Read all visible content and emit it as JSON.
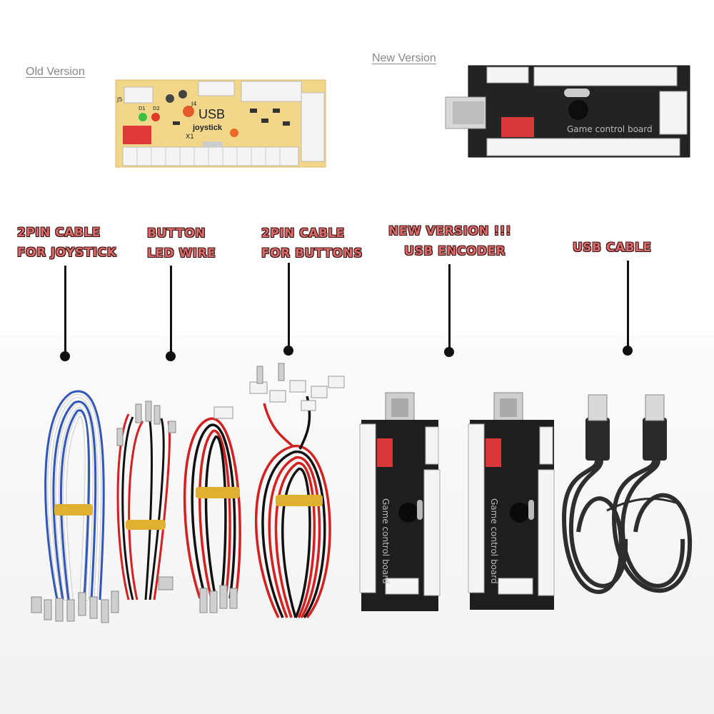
{
  "versions": {
    "old_label": "Old Version",
    "new_label": "New Version",
    "old_board": {
      "silk_usb": "USB",
      "silk_joystick": "joystick",
      "silk_j4": "J4",
      "silk_j5": "J5",
      "silk_x1": "X1",
      "silk_d1": "D1",
      "silk_d2": "D2"
    },
    "new_board": {
      "silk": "Game control board"
    }
  },
  "callouts": {
    "joystick_cable": {
      "line1": "2PIN CABLE",
      "line2": "FOR JOYSTICK"
    },
    "led_wire": {
      "line1": "BUTTON",
      "line2": "LED WIRE"
    },
    "button_cable": {
      "line1": "2PIN CABLE",
      "line2": "FOR BUTTONS"
    },
    "encoder": {
      "line1": "NEW VERSION !!!",
      "line2": "USB ENCODER"
    },
    "usb_cable": {
      "line1": "USB CABLE"
    }
  },
  "encoder_silk": "Game control board",
  "colors": {
    "callout_fill": "#d96a6a",
    "callout_highlight": "#1a2ed6",
    "board_black": "#1e1e1e",
    "board_old": "#f2d78a"
  }
}
